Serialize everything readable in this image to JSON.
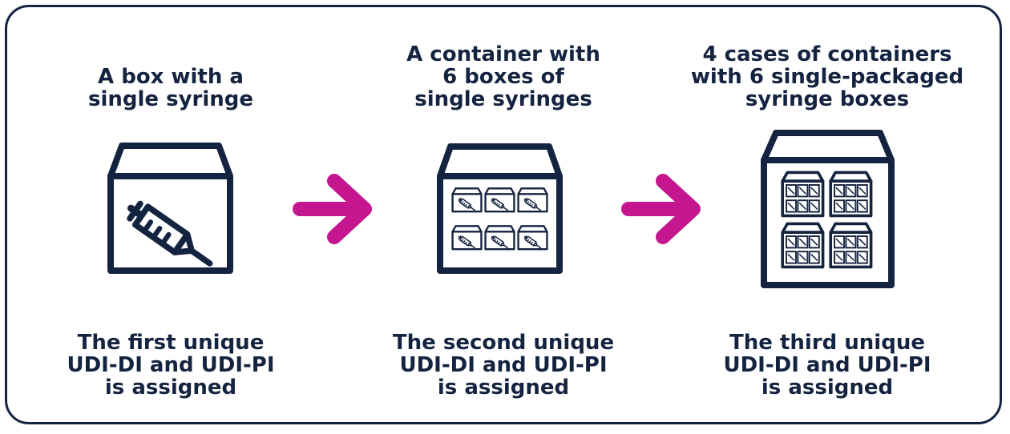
{
  "colors": {
    "navy": "#14233f",
    "arrow": "#c4168f"
  },
  "steps": [
    {
      "title_lines": [
        "A box with a",
        "single syringe"
      ],
      "caption_lines": [
        "The first unique",
        "UDI-DI and UDI-PI",
        "is assigned"
      ],
      "icon": "box-with-syringe-icon"
    },
    {
      "title_lines": [
        "A container with",
        "6 boxes of",
        "single syringes"
      ],
      "caption_lines": [
        "The second unique",
        "UDI-DI and UDI-PI",
        "is assigned"
      ],
      "icon": "container-with-six-boxes-icon"
    },
    {
      "title_lines": [
        "4 cases of containers",
        "with 6 single-packaged",
        "syringe boxes"
      ],
      "caption_lines": [
        "The third unique",
        "UDI-DI and UDI-PI",
        "is assigned"
      ],
      "icon": "case-with-four-containers-icon"
    }
  ],
  "arrows": [
    "arrow-right-icon",
    "arrow-right-icon"
  ]
}
